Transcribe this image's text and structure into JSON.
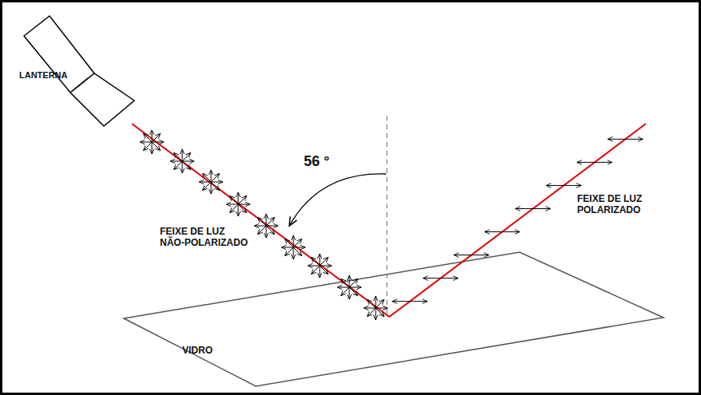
{
  "diagram": {
    "labels": [
      "LANTERNA",
      "56 °",
      "FEIXE DE LUZ NÃO-POLARIZADO",
      "FEIXE DE LUZ POLARIZADO",
      "VIDRO"
    ]
  }
}
